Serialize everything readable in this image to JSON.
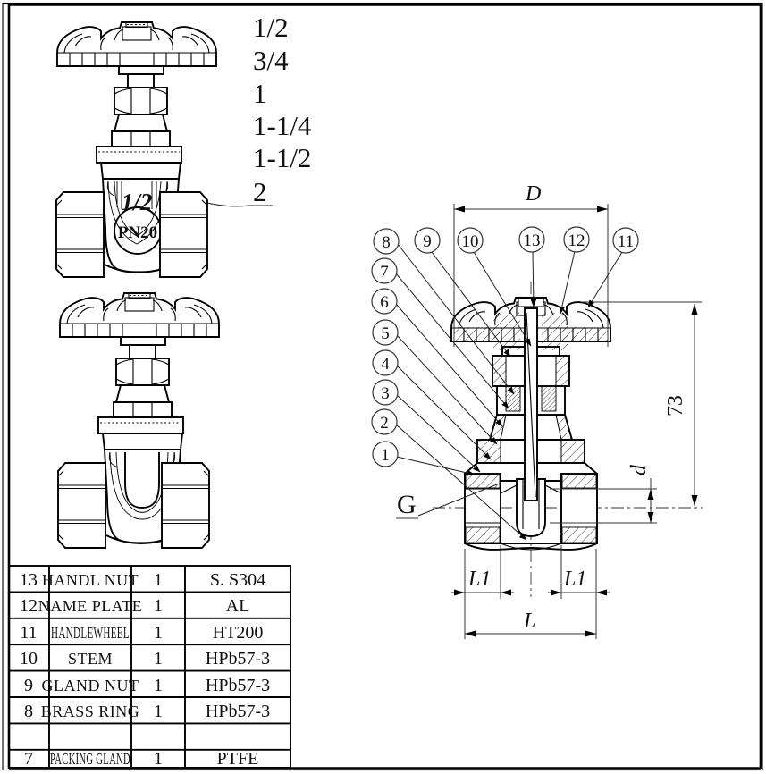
{
  "drawing": {
    "title_hint": "gate valve engineering drawing",
    "sizes": [
      "1/2",
      "3/4",
      "1",
      "1-1/4",
      "1-1/2",
      "2"
    ],
    "valve_body_markings": {
      "size": "1/2",
      "pressure_rating": "PN20"
    },
    "dimension_labels": {
      "D": "D",
      "height": "73",
      "bore": "d",
      "thread": "G",
      "L1": "L1",
      "L": "L"
    },
    "callouts": {
      "left": [
        "8",
        "7",
        "6",
        "5",
        "4",
        "3",
        "2",
        "1"
      ],
      "top": [
        "9",
        "10",
        "13",
        "12",
        "11"
      ]
    }
  },
  "parts_table": {
    "rows": [
      {
        "no": "13",
        "name": "HANDL NUT",
        "qty": "1",
        "material": "S. S304"
      },
      {
        "no": "12",
        "name": "NAME PLATE",
        "qty": "1",
        "material": "AL"
      },
      {
        "no": "11",
        "name": "HANDLEWHEEL",
        "qty": "1",
        "material": "HT200"
      },
      {
        "no": "10",
        "name": "STEM",
        "qty": "1",
        "material": "HPb57-3"
      },
      {
        "no": "9",
        "name": "GLAND NUT",
        "qty": "1",
        "material": "HPb57-3"
      },
      {
        "no": "8",
        "name": "BRASS RING",
        "qty": "1",
        "material": "HPb57-3"
      },
      {
        "no": "7",
        "name": "PACKING GLAND",
        "qty": "1",
        "material": "PTFE"
      }
    ]
  }
}
